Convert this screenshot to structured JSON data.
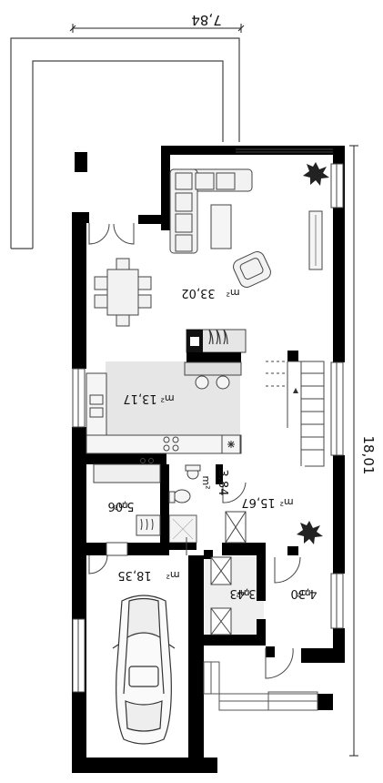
{
  "dimensions": {
    "width_label": "7,84",
    "height_label": "18,01"
  },
  "rooms": [
    {
      "id": "living",
      "area": "33,02",
      "unit": "m²"
    },
    {
      "id": "kitchen",
      "area": "13,17",
      "unit": "m²"
    },
    {
      "id": "wc",
      "area": "3,84",
      "unit": "m²"
    },
    {
      "id": "hall",
      "area": "15,67",
      "unit": "m²"
    },
    {
      "id": "boiler",
      "area": "5,06",
      "unit": "m²"
    },
    {
      "id": "garage",
      "area": "18,35",
      "unit": "m²"
    },
    {
      "id": "wardrobe",
      "area": "3,43",
      "unit": "m²"
    },
    {
      "id": "office",
      "area": "4,30",
      "unit": "m²"
    }
  ]
}
